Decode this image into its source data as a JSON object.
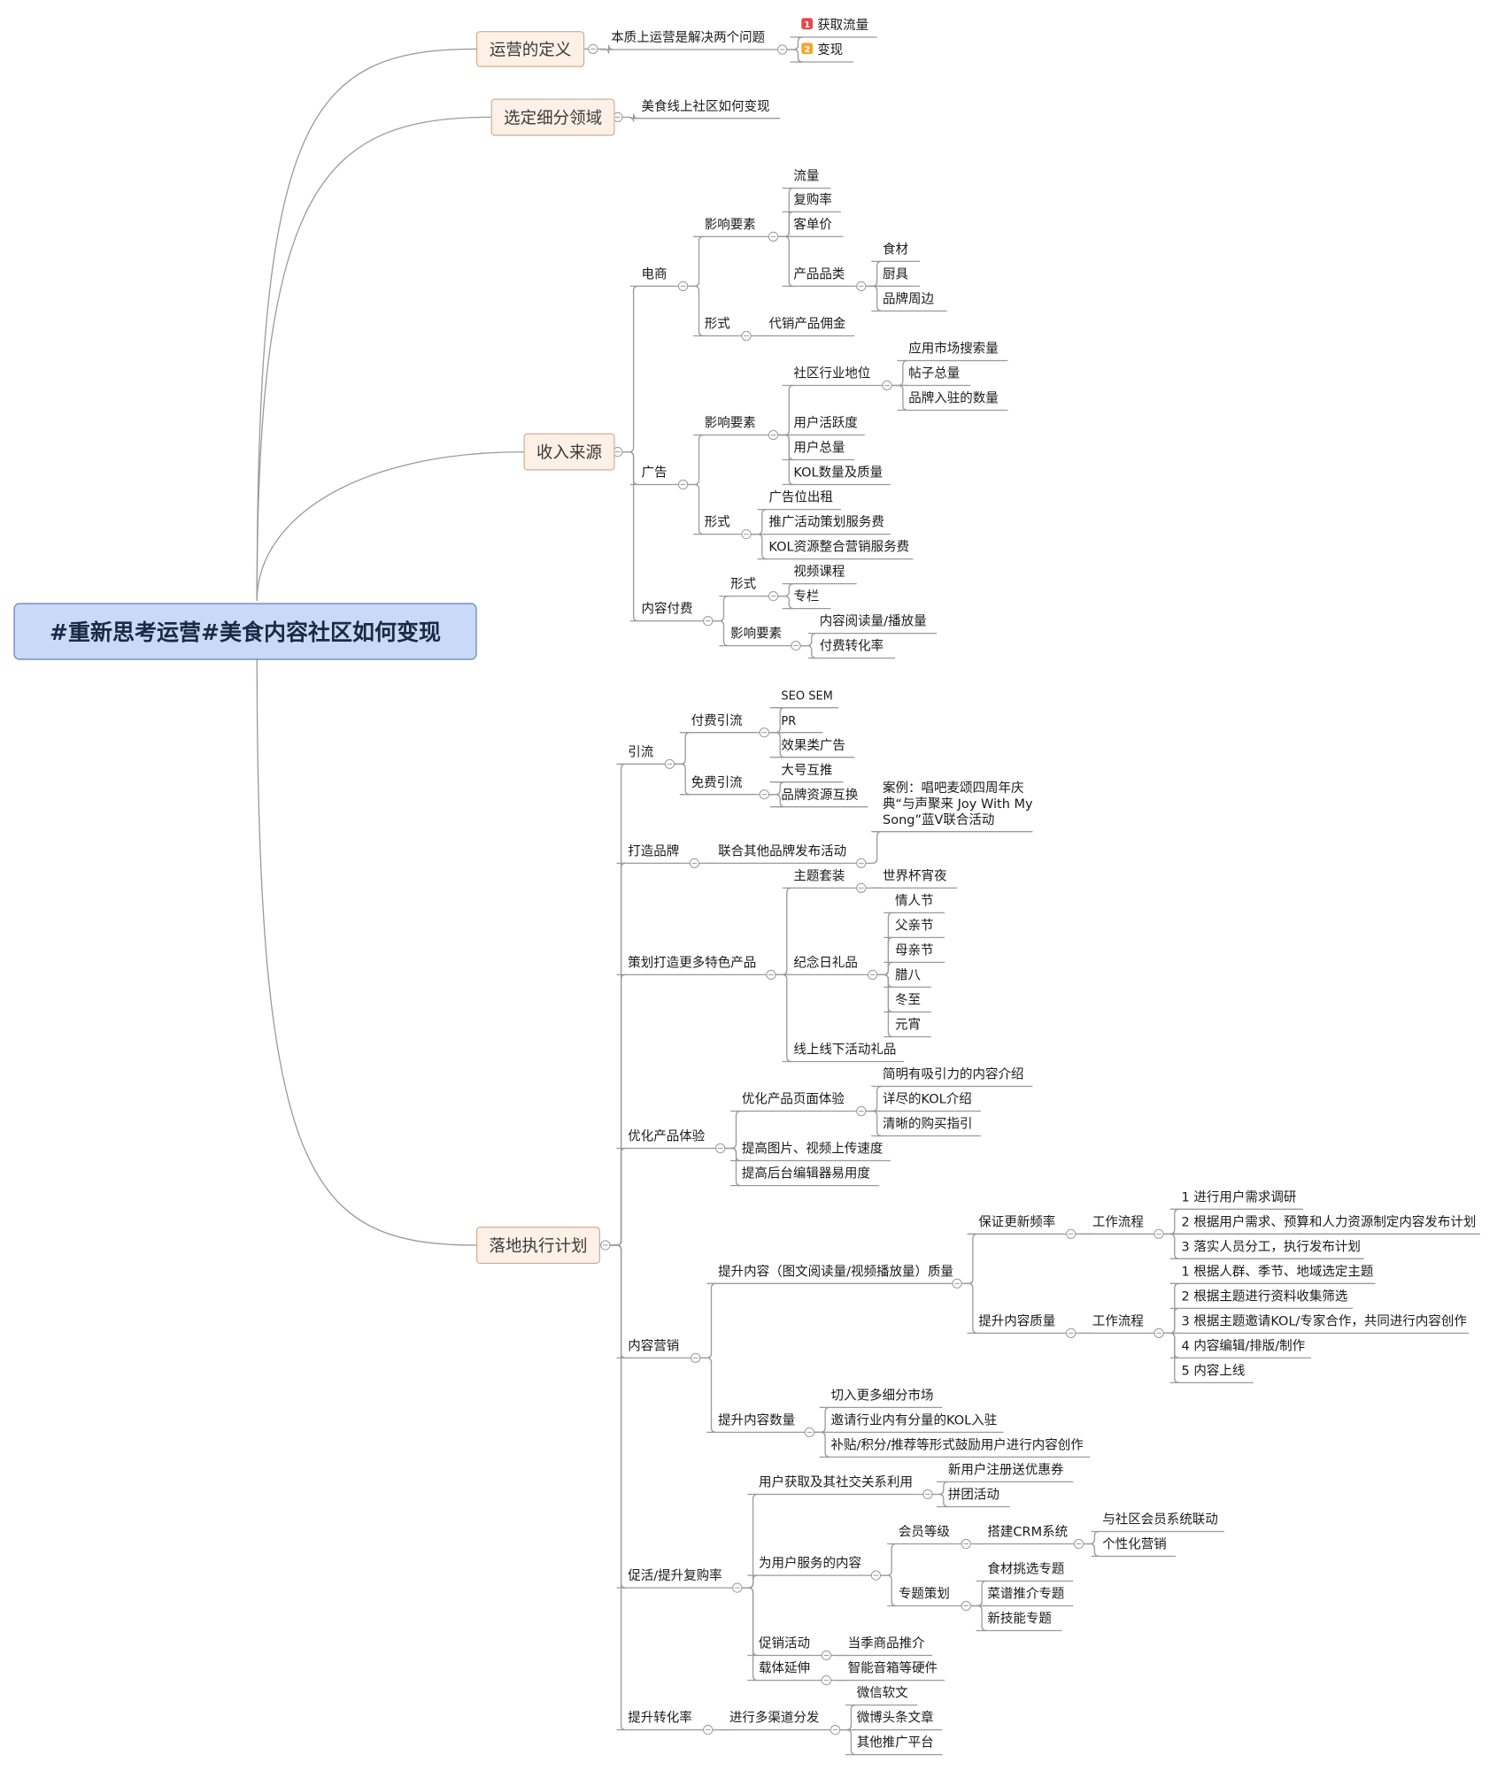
{
  "colors": {
    "root_fill": "#c9d9f7",
    "root_border": "#5b7fc7",
    "main_fill": "#fdf0e6",
    "main_border": "#c9a98c",
    "line": "#9a9a9a",
    "priority_1": "#e8474c",
    "priority_2": "#f5a623"
  },
  "root": "#重新思考运营#美食内容社区如何变现",
  "branches": [
    {
      "label": "运营的定义",
      "children": [
        {
          "label": "本质上运营是解决两个问题",
          "children": [
            {
              "label": "获取流量",
              "icon": "priority-1-icon"
            },
            {
              "label": "变现",
              "icon": "priority-2-icon"
            }
          ]
        }
      ]
    },
    {
      "label": "选定细分领域",
      "children": [
        {
          "label": "美食线上社区如何变现"
        }
      ]
    },
    {
      "label": "收入来源",
      "children": [
        {
          "label": "电商",
          "children": [
            {
              "label": "影响要素",
              "children": [
                {
                  "label": "流量"
                },
                {
                  "label": "复购率"
                },
                {
                  "label": "客单价"
                },
                {
                  "label": "产品品类",
                  "children": [
                    {
                      "label": "食材"
                    },
                    {
                      "label": "厨具"
                    },
                    {
                      "label": "品牌周边"
                    }
                  ]
                }
              ]
            },
            {
              "label": "形式",
              "children": [
                {
                  "label": "代销产品佣金"
                }
              ]
            }
          ]
        },
        {
          "label": "广告",
          "children": [
            {
              "label": "影响要素",
              "children": [
                {
                  "label": "社区行业地位",
                  "children": [
                    {
                      "label": "应用市场搜索量"
                    },
                    {
                      "label": "帖子总量"
                    },
                    {
                      "label": "品牌入驻的数量"
                    }
                  ]
                },
                {
                  "label": "用户活跃度"
                },
                {
                  "label": "用户总量"
                },
                {
                  "label": "KOL数量及质量"
                }
              ]
            },
            {
              "label": "形式",
              "children": [
                {
                  "label": "广告位出租"
                },
                {
                  "label": "推广活动策划服务费"
                },
                {
                  "label": "KOL资源整合营销服务费"
                }
              ]
            }
          ]
        },
        {
          "label": "内容付费",
          "children": [
            {
              "label": "形式",
              "children": [
                {
                  "label": "视频课程"
                },
                {
                  "label": "专栏"
                }
              ]
            },
            {
              "label": "影响要素",
              "children": [
                {
                  "label": "内容阅读量/播放量"
                },
                {
                  "label": "付费转化率"
                }
              ]
            }
          ]
        }
      ]
    },
    {
      "label": "落地执行计划",
      "children": [
        {
          "label": "引流",
          "children": [
            {
              "label": "付费引流",
              "children": [
                {
                  "label": "SEO SEM"
                },
                {
                  "label": "PR"
                },
                {
                  "label": "效果类广告"
                }
              ]
            },
            {
              "label": "免费引流",
              "children": [
                {
                  "label": "大号互推"
                },
                {
                  "label": "品牌资源互换"
                }
              ]
            }
          ]
        },
        {
          "label": "打造品牌",
          "children": [
            {
              "label": "联合其他品牌发布活动",
              "children": [
                {
                  "label": "案例：唱吧麦颂四周年庆典“与声聚来 Joy With My Song”蓝V联合活动",
                  "lines": [
                    "案例：唱吧麦颂四周年庆",
                    "典“与声聚来 Joy With My",
                    "Song”蓝V联合活动"
                  ]
                }
              ]
            }
          ]
        },
        {
          "label": "策划打造更多特色产品",
          "children": [
            {
              "label": "主题套装",
              "children": [
                {
                  "label": "世界杯宵夜"
                }
              ]
            },
            {
              "label": "纪念日礼品",
              "children": [
                {
                  "label": "情人节"
                },
                {
                  "label": "父亲节"
                },
                {
                  "label": "母亲节"
                },
                {
                  "label": "腊八"
                },
                {
                  "label": "冬至"
                },
                {
                  "label": "元宵"
                }
              ]
            },
            {
              "label": "线上线下活动礼品"
            }
          ]
        },
        {
          "label": "优化产品体验",
          "children": [
            {
              "label": "优化产品页面体验",
              "children": [
                {
                  "label": "简明有吸引力的内容介绍"
                },
                {
                  "label": "详尽的KOL介绍"
                },
                {
                  "label": "清晰的购买指引"
                }
              ]
            },
            {
              "label": "提高图片、视频上传速度"
            },
            {
              "label": "提高后台编辑器易用度"
            }
          ]
        },
        {
          "label": "内容营销",
          "children": [
            {
              "label": "提升内容（图文阅读量/视频播放量）质量",
              "children": [
                {
                  "label": "保证更新频率",
                  "children": [
                    {
                      "label": "工作流程",
                      "children": [
                        {
                          "label": "1 进行用户需求调研"
                        },
                        {
                          "label": "2 根据用户需求、预算和人力资源制定内容发布计划"
                        },
                        {
                          "label": "3 落实人员分工，执行发布计划"
                        }
                      ]
                    }
                  ]
                },
                {
                  "label": "提升内容质量",
                  "children": [
                    {
                      "label": "工作流程",
                      "children": [
                        {
                          "label": "1 根据人群、季节、地域选定主题"
                        },
                        {
                          "label": "2 根据主题进行资料收集筛选"
                        },
                        {
                          "label": "3 根据主题邀请KOL/专家合作，共同进行内容创作"
                        },
                        {
                          "label": "4 内容编辑/排版/制作"
                        },
                        {
                          "label": "5 内容上线"
                        }
                      ]
                    }
                  ]
                }
              ]
            },
            {
              "label": "提升内容数量",
              "children": [
                {
                  "label": "切入更多细分市场"
                },
                {
                  "label": "邀请行业内有分量的KOL入驻"
                },
                {
                  "label": "补贴/积分/推荐等形式鼓励用户进行内容创作"
                }
              ]
            }
          ]
        },
        {
          "label": "促活/提升复购率",
          "children": [
            {
              "label": "用户获取及其社交关系利用",
              "children": [
                {
                  "label": "新用户注册送优惠券"
                },
                {
                  "label": "拼团活动"
                }
              ]
            },
            {
              "label": "为用户服务的内容",
              "children": [
                {
                  "label": "会员等级",
                  "children": [
                    {
                      "label": "搭建CRM系统",
                      "children": [
                        {
                          "label": "与社区会员系统联动"
                        },
                        {
                          "label": "个性化营销"
                        }
                      ]
                    }
                  ]
                },
                {
                  "label": "专题策划",
                  "children": [
                    {
                      "label": "食材挑选专题"
                    },
                    {
                      "label": "菜谱推介专题"
                    },
                    {
                      "label": "新技能专题"
                    }
                  ]
                }
              ]
            },
            {
              "label": "促销活动",
              "children": [
                {
                  "label": "当季商品推介"
                }
              ]
            },
            {
              "label": "载体延伸",
              "children": [
                {
                  "label": "智能音箱等硬件"
                }
              ]
            }
          ]
        },
        {
          "label": "提升转化率",
          "children": [
            {
              "label": "进行多渠道分发",
              "children": [
                {
                  "label": "微信软文"
                },
                {
                  "label": "微博头条文章"
                },
                {
                  "label": "其他推广平台"
                }
              ]
            }
          ]
        }
      ]
    }
  ]
}
